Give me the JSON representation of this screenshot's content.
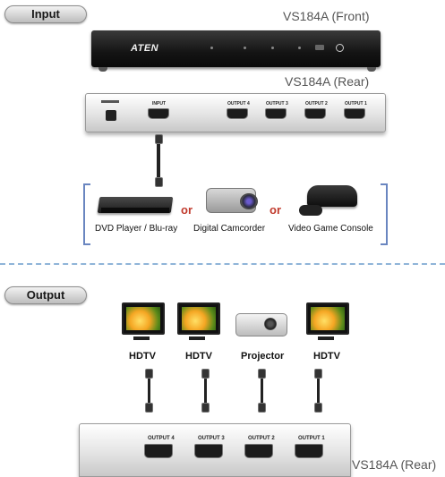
{
  "input_section": {
    "title": "Input",
    "front_model_label": "VS184A (Front)",
    "rear_model_label": "VS184A (Rear)",
    "brand": "ATEN",
    "rear_ports": {
      "input": "INPUT",
      "outputs": [
        "OUTPUT 4",
        "OUTPUT 3",
        "OUTPUT 2",
        "OUTPUT 1"
      ]
    },
    "devices": [
      "DVD Player / Blu-ray",
      "Digital Camcorder",
      "Video Game Console"
    ],
    "or_label": "or"
  },
  "output_section": {
    "title": "Output",
    "displays": [
      "HDTV",
      "HDTV",
      "Projector",
      "HDTV"
    ],
    "rear_ports": [
      "OUTPUT 4",
      "OUTPUT 3",
      "OUTPUT 2",
      "OUTPUT 1"
    ],
    "rear_model_label": "VS184A (Rear)"
  },
  "colors": {
    "accent_bracket": "#6a86c0",
    "or_text": "#c0392b",
    "divider": "#8fb4d8"
  }
}
